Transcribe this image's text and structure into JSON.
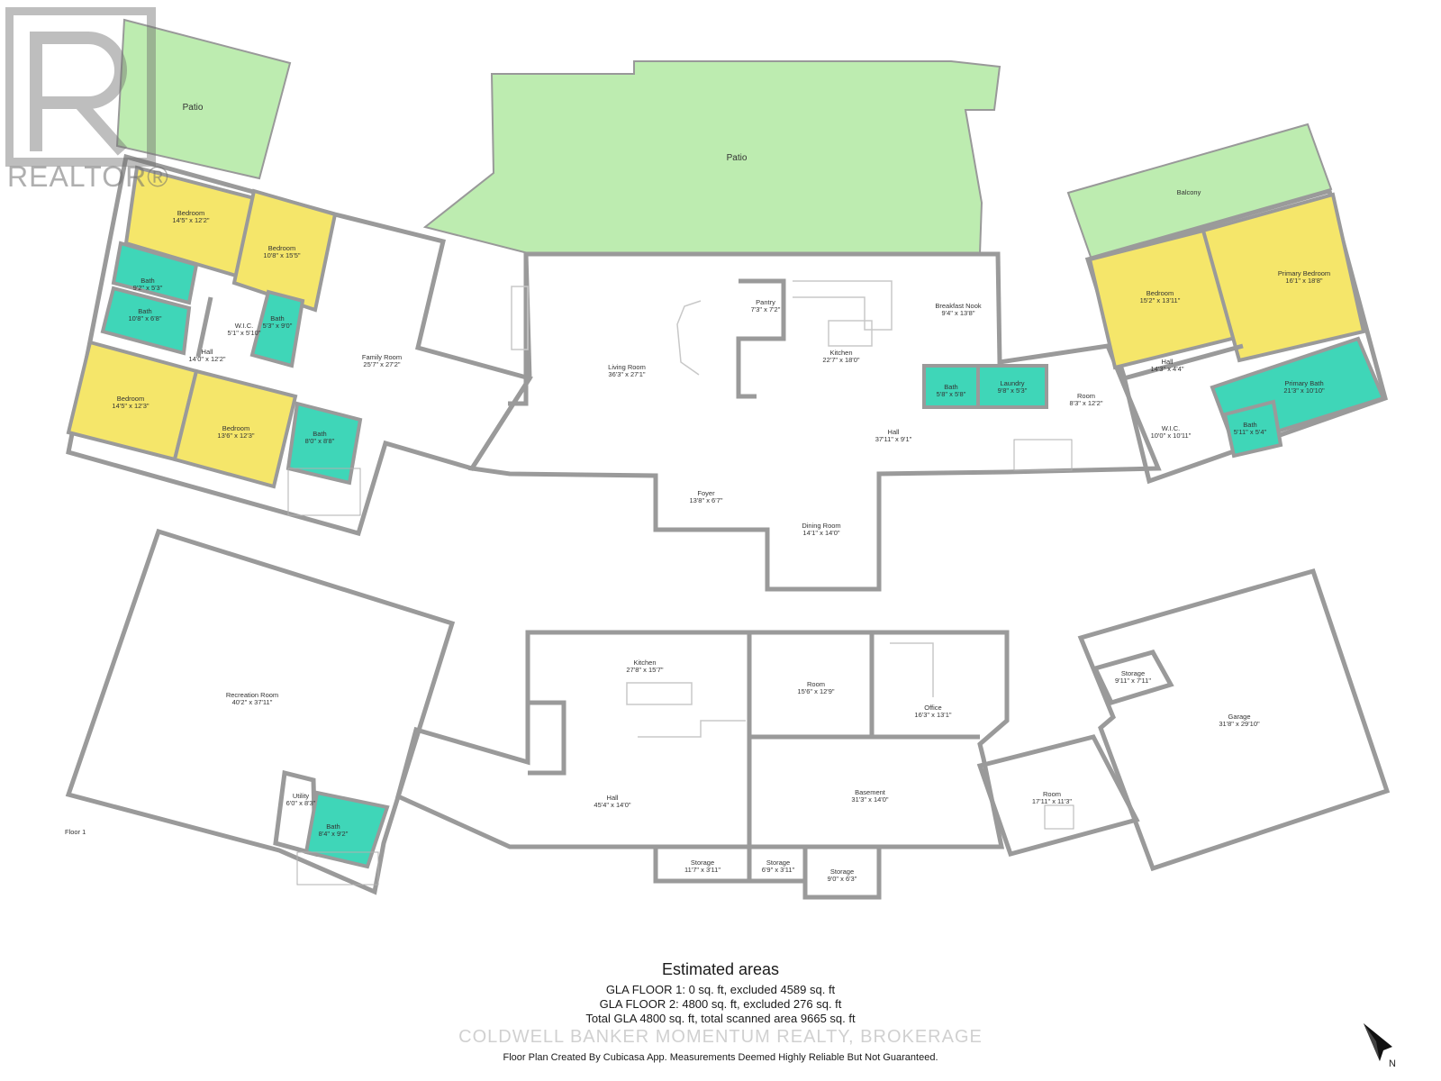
{
  "watermark": {
    "brand": "REALTOR®",
    "brokerage": "COLDWELL BANKER MOMENTUM REALTY, BROKERAGE"
  },
  "floor_label": "Floor 1",
  "north_label": "N",
  "upper_floor": {
    "patio_left": "Patio",
    "patio_center": "Patio",
    "balcony": "Balcony",
    "bedroom_1": {
      "name": "Bedroom",
      "size": "14'5\" x 12'2\""
    },
    "bedroom_2": {
      "name": "Bedroom",
      "size": "10'8\" x 15'5\""
    },
    "bath_1": {
      "name": "Bath",
      "size": "9'2\" x 5'3\""
    },
    "bath_2": {
      "name": "Bath",
      "size": "10'8\" x 6'8\""
    },
    "wic_1": {
      "name": "W.I.C.",
      "size": "5'1\" x 5'10\""
    },
    "bath_3": {
      "name": "Bath",
      "size": "5'3\" x 9'0\""
    },
    "hall_1": {
      "name": "Hall",
      "size": "14'0\" x 12'2\""
    },
    "bedroom_3": {
      "name": "Bedroom",
      "size": "14'5\" x 12'3\""
    },
    "bedroom_4": {
      "name": "Bedroom",
      "size": "13'6\" x 12'3\""
    },
    "bath_4": {
      "name": "Bath",
      "size": "8'0\" x 8'8\""
    },
    "family_room": {
      "name": "Family Room",
      "size": "25'7\" x 27'2\""
    },
    "living_room": {
      "name": "Living Room",
      "size": "36'3\" x 27'1\""
    },
    "pantry": {
      "name": "Pantry",
      "size": "7'3\" x 7'2\""
    },
    "kitchen": {
      "name": "Kitchen",
      "size": "22'7\" x 18'0\""
    },
    "breakfast_nook": {
      "name": "Breakfast Nook",
      "size": "9'4\" x 13'8\""
    },
    "bath_5": {
      "name": "Bath",
      "size": "5'8\" x 5'8\""
    },
    "laundry": {
      "name": "Laundry",
      "size": "9'8\" x 5'3\""
    },
    "room_1": {
      "name": "Room",
      "size": "8'3\" x 12'2\""
    },
    "hall_2": {
      "name": "Hall",
      "size": "37'11\" x 9'1\""
    },
    "foyer": {
      "name": "Foyer",
      "size": "13'8\" x 6'7\""
    },
    "dining_room": {
      "name": "Dining Room",
      "size": "14'1\" x 14'0\""
    },
    "bedroom_5": {
      "name": "Bedroom",
      "size": "15'2\" x 13'11\""
    },
    "primary_bedroom": {
      "name": "Primary Bedroom",
      "size": "16'1\" x 18'8\""
    },
    "hall_3": {
      "name": "Hall",
      "size": "14'3\" x 4'4\""
    },
    "wic_2": {
      "name": "W.I.C.",
      "size": "10'0\" x 10'11\""
    },
    "primary_bath": {
      "name": "Primary Bath",
      "size": "21'3\" x 10'10\""
    },
    "bath_6": {
      "name": "Bath",
      "size": "5'11\" x 5'4\""
    }
  },
  "lower_floor": {
    "recreation_room": {
      "name": "Recreation Room",
      "size": "40'2\" x 37'11\""
    },
    "utility": {
      "name": "Utility",
      "size": "6'0\" x 8'3\""
    },
    "bath": {
      "name": "Bath",
      "size": "8'4\" x 9'2\""
    },
    "kitchen": {
      "name": "Kitchen",
      "size": "27'8\" x 15'7\""
    },
    "room_1": {
      "name": "Room",
      "size": "15'6\" x 12'9\""
    },
    "office": {
      "name": "Office",
      "size": "16'3\" x 13'1\""
    },
    "hall": {
      "name": "Hall",
      "size": "45'4\" x 14'0\""
    },
    "basement": {
      "name": "Basement",
      "size": "31'3\" x 14'0\""
    },
    "storage_1": {
      "name": "Storage",
      "size": "11'7\" x 3'11\""
    },
    "storage_2": {
      "name": "Storage",
      "size": "6'9\" x 3'11\""
    },
    "storage_3": {
      "name": "Storage",
      "size": "9'0\" x 6'3\""
    },
    "storage_4": {
      "name": "Storage",
      "size": "9'11\" x 7'11\""
    },
    "room_2": {
      "name": "Room",
      "size": "17'11\" x 11'3\""
    },
    "garage": {
      "name": "Garage",
      "size": "31'8\" x 29'10\""
    }
  },
  "areas": {
    "title": "Estimated areas",
    "line1": "GLA FLOOR 1: 0 sq. ft, excluded 4589 sq. ft",
    "line2": "GLA FLOOR 2: 4800 sq. ft, excluded 276 sq. ft",
    "line3": "Total GLA 4800 sq. ft, total scanned area 9665 sq. ft",
    "disclaimer": "Floor Plan Created By Cubicasa App. Measurements Deemed Highly Reliable But Not Guaranteed."
  },
  "colors": {
    "patio": "#bdecb0",
    "bedroom": "#f5e66a",
    "bath": "#3fd6b8",
    "wall": "#9a9a9a"
  }
}
